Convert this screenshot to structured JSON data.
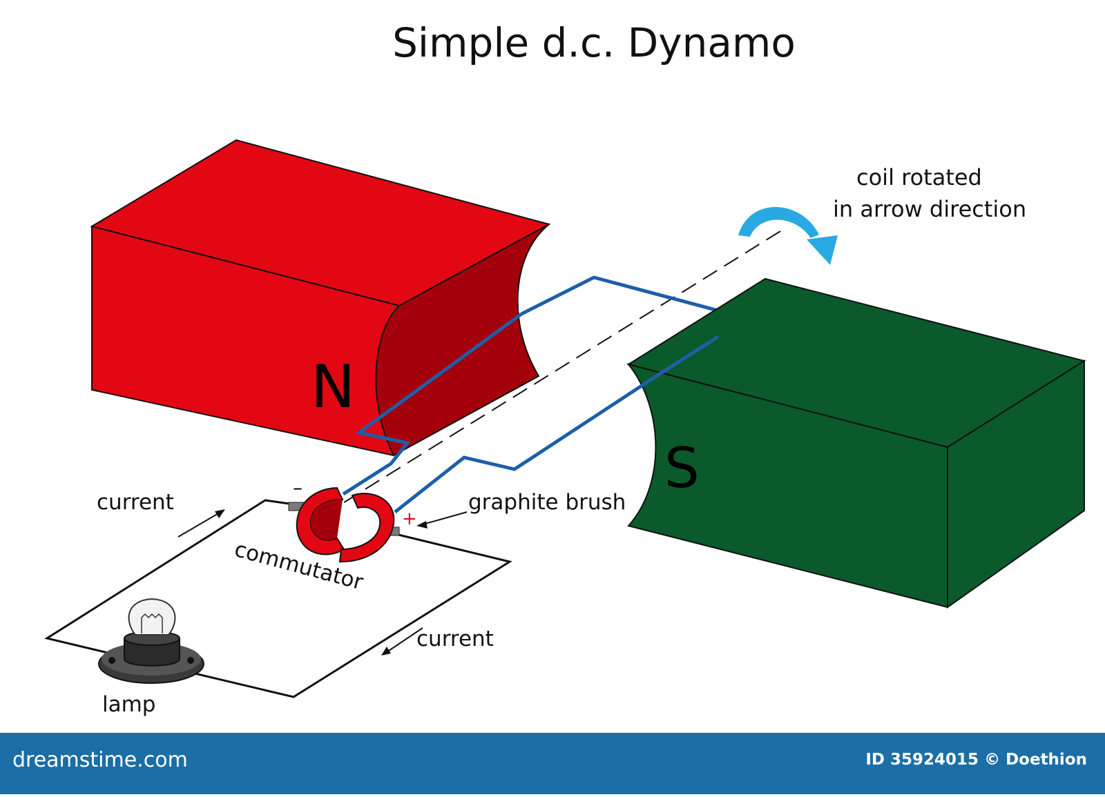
{
  "title": "Simple d.c. Dynamo",
  "labels": {
    "north_pole": "N",
    "south_pole": "S",
    "rotation_line1": "coil rotated",
    "rotation_line2": "in arrow direction",
    "current_top": "current",
    "current_bottom": "current",
    "graphite_brush": "graphite brush",
    "commutator": "commutator",
    "lamp": "lamp",
    "minus": "–",
    "plus": "+"
  },
  "footer": {
    "site": "dreamstime.com",
    "image_id": "ID 35924015 © Doethion"
  },
  "colors": {
    "north_magnet": "#e30613",
    "north_magnet_face": "#a3000b",
    "south_magnet": "#0b5a2b",
    "coil": "#1d5fa8",
    "rotation_arrow": "#29a9e1",
    "footer_bg": "#1b6ea6"
  }
}
